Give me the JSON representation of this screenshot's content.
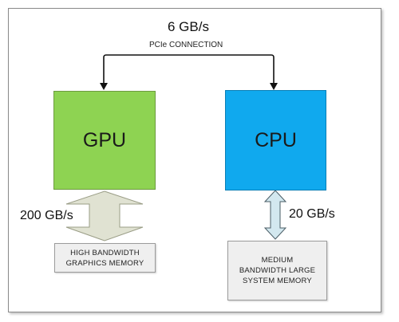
{
  "pcie": {
    "speed": "6 GB/s",
    "label": "PCIe CONNECTION"
  },
  "gpu": {
    "label": "GPU",
    "color": "#8ed352",
    "bandwidth": "200 GB/s",
    "memory_lines": [
      "HIGH BANDWIDTH",
      "GRAPHICS MEMORY"
    ],
    "arrow_color": "#e0e2d2"
  },
  "cpu": {
    "label": "CPU",
    "color": "#10a9ee",
    "bandwidth": "20 GB/s",
    "memory_lines": [
      "MEDIUM",
      "BANDWIDTH LARGE",
      "SYSTEM MEMORY"
    ],
    "arrow_color": "#d3e8ef"
  }
}
